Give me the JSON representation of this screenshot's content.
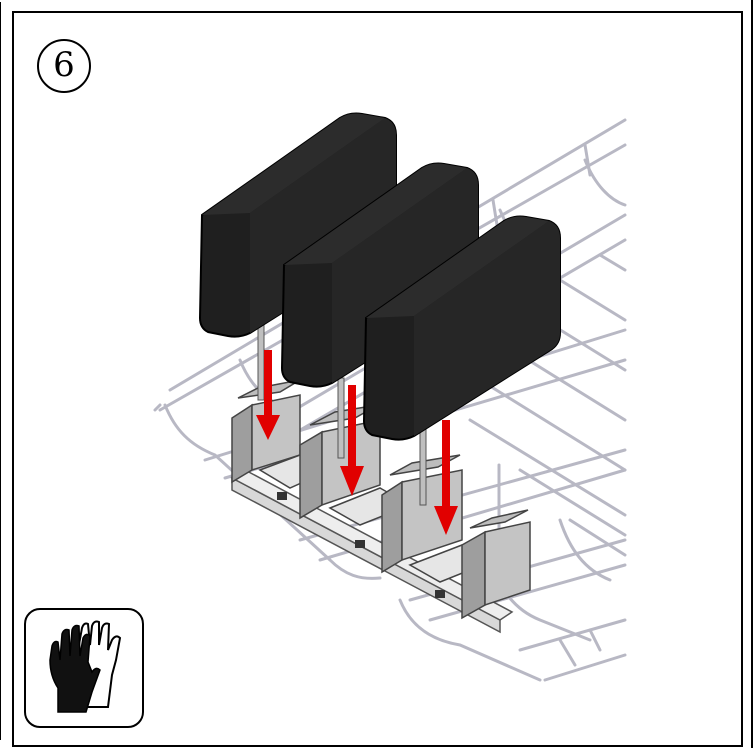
{
  "step": {
    "number": "6"
  },
  "colors": {
    "frame": "#000000",
    "block_fill": "#222222",
    "arrow": "#e10000",
    "tray_wire": "#b8b8c0",
    "bracket": "#9a9a9a"
  },
  "icons": {
    "step_badge": "circled-number",
    "safety": "protective-gloves-icon"
  },
  "illustration": {
    "blocks": 3,
    "arrows": 3
  }
}
